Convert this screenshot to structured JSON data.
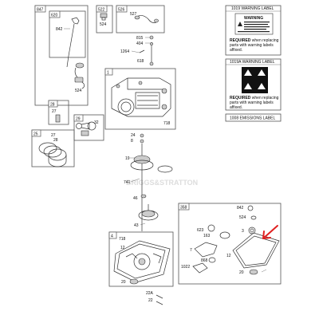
{
  "callouts": {
    "b847": "847",
    "b620": "620",
    "c842": "842",
    "c524a": "524",
    "b522": "522",
    "c524b": "524",
    "b526": "526",
    "c527": "527",
    "c815": "815",
    "c404": "404",
    "c1264": "1264",
    "c618": "618",
    "b1": "1",
    "c718a": "718",
    "b28": "28",
    "c27a": "27",
    "b29": "29",
    "c32": "32",
    "b25": "25",
    "c27b": "27",
    "c28": "28",
    "c24": "24",
    "c8": "8",
    "c19": "19",
    "c741": "741",
    "c46": "46",
    "c43": "43",
    "b4": "4",
    "c718b": "718",
    "c12a": "12",
    "c20a": "20",
    "c22a": "22A",
    "c22": "22",
    "b358": "358",
    "c842b": "842",
    "c524c": "524",
    "c623": "623",
    "c163": "163",
    "c3": "3",
    "c7": "7",
    "c1022": "1022",
    "c868": "868",
    "c12b": "12",
    "c20b": "20"
  },
  "labels": {
    "warning1_title": "1019 WARNING LABEL",
    "warning1_badge": "WARNING",
    "warning1_required_bold": "REQUIRED",
    "warning1_required_rest": " when replacing",
    "warning1_line2": "parts with warning labels",
    "warning1_line3": "affixed.",
    "warning2_title": "1019A WARNING LABEL",
    "warning2_required_bold": "REQUIRED",
    "warning2_required_rest": " when replacing",
    "warning2_line2": "parts with warning labels",
    "warning2_line3": "affixed.",
    "emissions_title": "1008 EMISSIONS LABEL"
  },
  "watermark": "BRIGGS&STRATTON",
  "colors": {
    "arrow": "#e02020",
    "line": "#333333",
    "box": "#555555"
  }
}
